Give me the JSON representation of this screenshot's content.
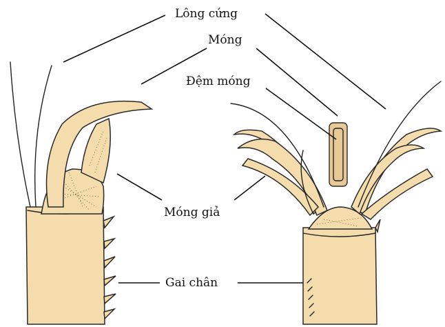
{
  "labels": {
    "bristles": "Lông cứng",
    "claw": "Móng",
    "claw_pad": "Đệm móng",
    "false_claw": "Móng giả",
    "leg_spines": "Gai chân"
  },
  "colors": {
    "structure_fill": "#f4dcac",
    "outline": "#2a2a2a",
    "background": "#ffffff"
  }
}
